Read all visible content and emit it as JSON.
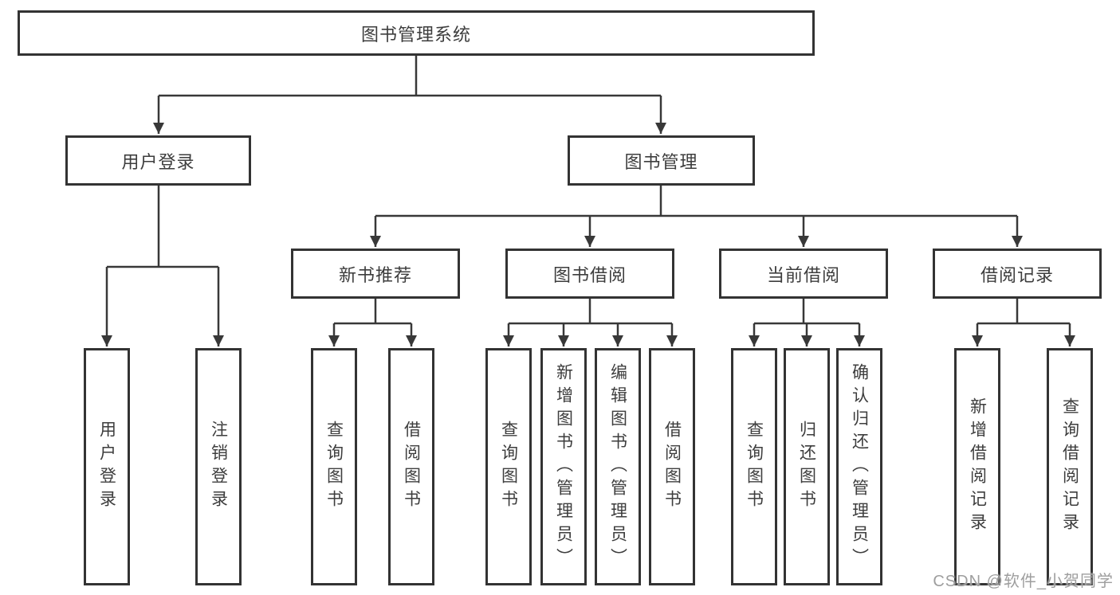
{
  "diagram": {
    "type": "hierarchy-tree",
    "root": {
      "label": "图书管理系统"
    },
    "level2": [
      {
        "label": "用户登录"
      },
      {
        "label": "图书管理"
      }
    ],
    "level3": [
      {
        "label": "新书推荐",
        "parent": "图书管理"
      },
      {
        "label": "图书借阅",
        "parent": "图书管理"
      },
      {
        "label": "当前借阅",
        "parent": "图书管理"
      },
      {
        "label": "借阅记录",
        "parent": "图书管理"
      }
    ],
    "leaves": [
      {
        "label": "用户登录",
        "parent": "用户登录"
      },
      {
        "label": "注销登录",
        "parent": "用户登录"
      },
      {
        "label": "查询图书",
        "parent": "新书推荐"
      },
      {
        "label": "借阅图书",
        "parent": "新书推荐"
      },
      {
        "label": "查询图书",
        "parent": "图书借阅"
      },
      {
        "label": "新增图书（管理员）",
        "parent": "图书借阅"
      },
      {
        "label": "编辑图书（管理员）",
        "parent": "图书借阅"
      },
      {
        "label": "借阅图书",
        "parent": "图书借阅"
      },
      {
        "label": "查询图书",
        "parent": "当前借阅"
      },
      {
        "label": "归还图书",
        "parent": "当前借阅"
      },
      {
        "label": "确认归还（管理员）",
        "parent": "当前借阅"
      },
      {
        "label": "新增借阅记录",
        "parent": "借阅记录"
      },
      {
        "label": "查询借阅记录",
        "parent": "借阅记录"
      }
    ]
  },
  "watermark": {
    "text": "CSDN @软件_小贺同学"
  },
  "colors": {
    "line": "#383838",
    "box_border": "#333333",
    "text": "#3d3d3d",
    "watermark_text": "#9e9e9e",
    "background": "#ffffff"
  }
}
